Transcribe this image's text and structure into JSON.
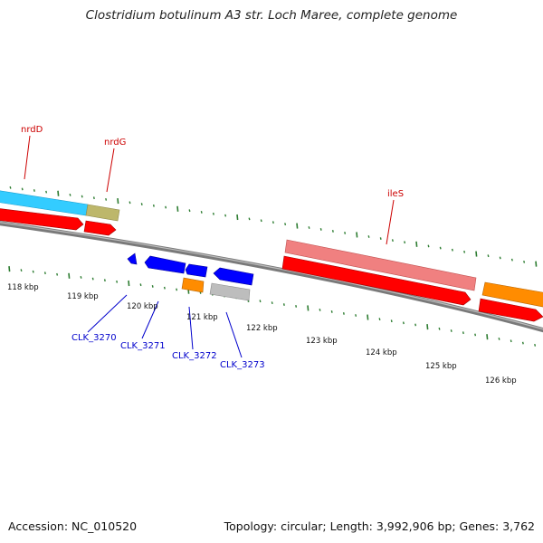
{
  "title": "Clostridium botulinum A3 str. Loch Maree, complete genome",
  "footer": {
    "accession": "Accession: NC_010520",
    "summary": "Topology: circular; Length: 3,992,906 bp; Genes: 3,762"
  },
  "colors": {
    "backbone": "#808080",
    "tick": "#2e7d32",
    "forward_gene_label": "#cc0000",
    "reverse_gene_label": "#0000cc",
    "cds": "#ff0000",
    "reverse_cds": "#0000ff",
    "rrna_like": "#33ccff",
    "trna_like": "#bdb76b",
    "highlight_gene": "#f08080",
    "orange_feature": "#ff8c00",
    "grey_feature": "#bdbdbd"
  },
  "ruler_labels": [
    "118 kbp",
    "119 kbp",
    "120 kbp",
    "121 kbp",
    "122 kbp",
    "123 kbp",
    "124 kbp",
    "125 kbp",
    "126 kbp"
  ],
  "gene_labels": [
    {
      "text": "nrdD",
      "strand": "forward"
    },
    {
      "text": "nrdG",
      "strand": "forward"
    },
    {
      "text": "ileS",
      "strand": "forward"
    },
    {
      "text": "CLK_3270",
      "strand": "reverse"
    },
    {
      "text": "CLK_3271",
      "strand": "reverse"
    },
    {
      "text": "CLK_3272",
      "strand": "reverse"
    },
    {
      "text": "CLK_3273",
      "strand": "reverse"
    }
  ]
}
